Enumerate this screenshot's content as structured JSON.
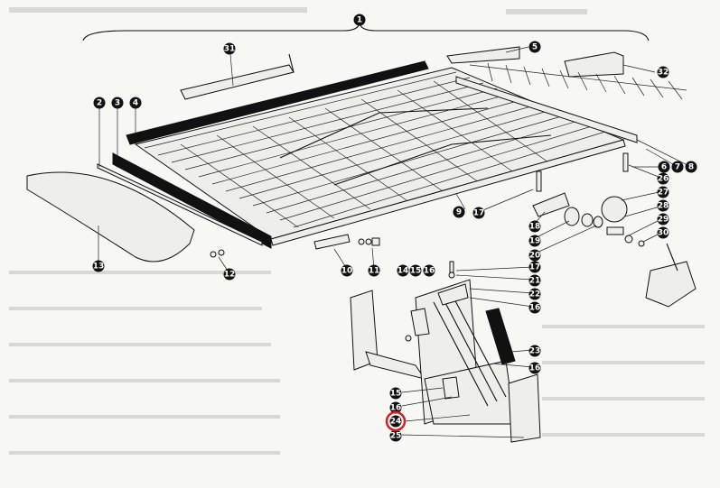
{
  "diagram": {
    "callouts": [
      {
        "id": "c1",
        "label": "1"
      },
      {
        "id": "c2",
        "label": "2"
      },
      {
        "id": "c3",
        "label": "3"
      },
      {
        "id": "c4",
        "label": "4"
      },
      {
        "id": "c5",
        "label": "5"
      },
      {
        "id": "c6",
        "label": "6"
      },
      {
        "id": "c7",
        "label": "7"
      },
      {
        "id": "c8",
        "label": "8"
      },
      {
        "id": "c9",
        "label": "9"
      },
      {
        "id": "c10",
        "label": "10"
      },
      {
        "id": "c11",
        "label": "11"
      },
      {
        "id": "c12",
        "label": "12"
      },
      {
        "id": "c13",
        "label": "13"
      },
      {
        "id": "c14",
        "label": "14"
      },
      {
        "id": "c15a",
        "label": "15"
      },
      {
        "id": "c16a",
        "label": "16"
      },
      {
        "id": "c17a",
        "label": "17"
      },
      {
        "id": "c17b",
        "label": "17"
      },
      {
        "id": "c18",
        "label": "18"
      },
      {
        "id": "c19",
        "label": "19"
      },
      {
        "id": "c20",
        "label": "20"
      },
      {
        "id": "c21",
        "label": "21"
      },
      {
        "id": "c22",
        "label": "22"
      },
      {
        "id": "c16b",
        "label": "16"
      },
      {
        "id": "c23",
        "label": "23"
      },
      {
        "id": "c16c",
        "label": "16"
      },
      {
        "id": "c15b",
        "label": "15"
      },
      {
        "id": "c16d",
        "label": "16"
      },
      {
        "id": "c24",
        "label": "24"
      },
      {
        "id": "c25",
        "label": "25"
      },
      {
        "id": "c26",
        "label": "26"
      },
      {
        "id": "c27",
        "label": "27"
      },
      {
        "id": "c28",
        "label": "28"
      },
      {
        "id": "c29",
        "label": "29"
      },
      {
        "id": "c30",
        "label": "30"
      },
      {
        "id": "c31",
        "label": "31"
      },
      {
        "id": "c32",
        "label": "32"
      }
    ],
    "highlight": {
      "label": "24",
      "color": "#d0202a"
    }
  }
}
